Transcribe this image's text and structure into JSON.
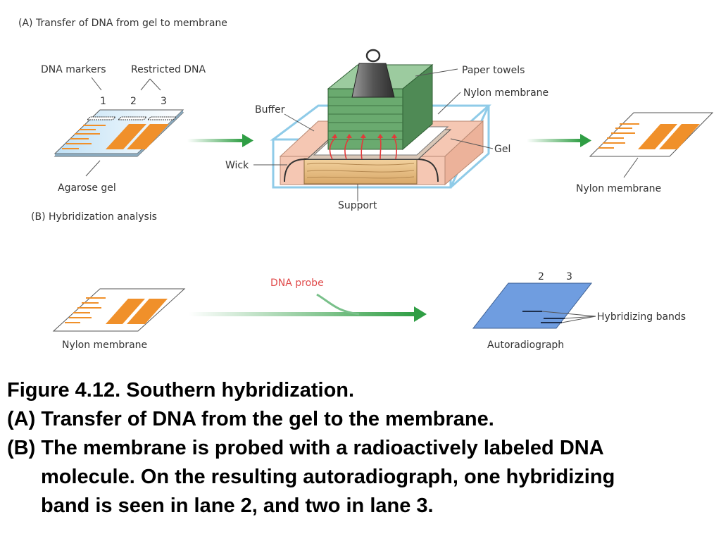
{
  "panel_a": {
    "heading": "(A) Transfer of DNA from gel to membrane",
    "dna_markers": "DNA markers",
    "restricted_dna": "Restricted DNA",
    "lane_1": "1",
    "lane_2": "2",
    "lane_3": "3",
    "agarose_gel": "Agarose gel",
    "buffer": "Buffer",
    "wick": "Wick",
    "paper_towels": "Paper towels",
    "nylon_membrane": "Nylon membrane",
    "gel": "Gel",
    "support": "Support",
    "result_membrane": "Nylon membrane"
  },
  "panel_b": {
    "heading": "(B) Hybridization analysis",
    "nylon_membrane": "Nylon membrane",
    "dna_probe": "DNA probe",
    "lane_2": "2",
    "lane_3": "3",
    "hybridizing_bands": "Hybridizing bands",
    "autoradiograph": "Autoradiograph"
  },
  "caption": {
    "line1": "Figure 4.12. Southern hybridization.",
    "line2": "(A) Transfer of DNA from the gel to the membrane.",
    "line3": "(B) The membrane is probed with a radioactively labeled DNA",
    "line4": "molecule. On the resulting autoradiograph, one hybridizing",
    "line5": "band is seen in lane 2, and two in lane 3."
  },
  "colors": {
    "band_orange": "#f0902a",
    "gel_blue": "#bfe0f5",
    "arrow_green": "#2f9e44",
    "paper_green": "#6aaa6f",
    "buffer_pink": "#f5c7b3",
    "support_wood": "#e2b77a",
    "autorad_blue": "#6f9de0",
    "probe_red": "#e04b4b"
  }
}
